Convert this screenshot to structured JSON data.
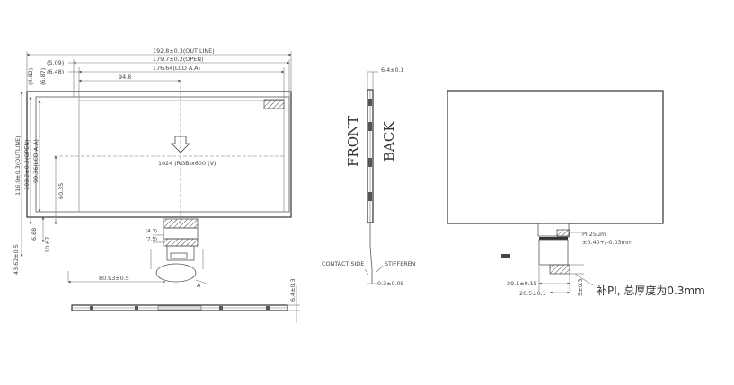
{
  "front_view": {
    "outline_width": "192.8±0.3(OUT LINE)",
    "open_width": "179.7±0.2(OPEN)",
    "lcd_aa_width": "176.64(LCD A.A)",
    "offset_509": "(5.09)",
    "offset_648": "(6.48)",
    "offset_687": "(6.87)",
    "offset_482": "(4.82)",
    "center_x": "94.8",
    "lcd_aa_height": "99.36(LCD A.A)",
    "open_height": "103.2±0.2(OPEN)",
    "outline_height": "116.9±0.3(OUTLINE)",
    "center_y": "60.35",
    "fpc_688": "6.88",
    "fpc_1067": "10.67",
    "total_height": "43.62±0.5",
    "resolution": "1024 (RGB)x600 (V)",
    "fpc_width_label": "(4.1)",
    "fpc_pitch_label": "(7.5)",
    "fpc_x": "80.93±0.5",
    "detail_marker": "A"
  },
  "bottom_view": {
    "thickness": "6.4±0.3"
  },
  "side_view": {
    "thickness": "6.4±0.3",
    "front_label": "FRONT",
    "back_label": "BACK",
    "contact_side": "CONTACT SIDE",
    "stiffener": "STIFFEREN",
    "fpc_thickness": "0.3±0.05"
  },
  "back_view": {
    "pi_note": "PI 25um",
    "tolerance_note": "±0.40+/-0.03mm",
    "dim_291": "29.1±0.15",
    "dim_205": "20.5±0.1",
    "dim_5": "5±0.3",
    "stiffener_note": "补PI, 总厚度为0.3mm"
  }
}
